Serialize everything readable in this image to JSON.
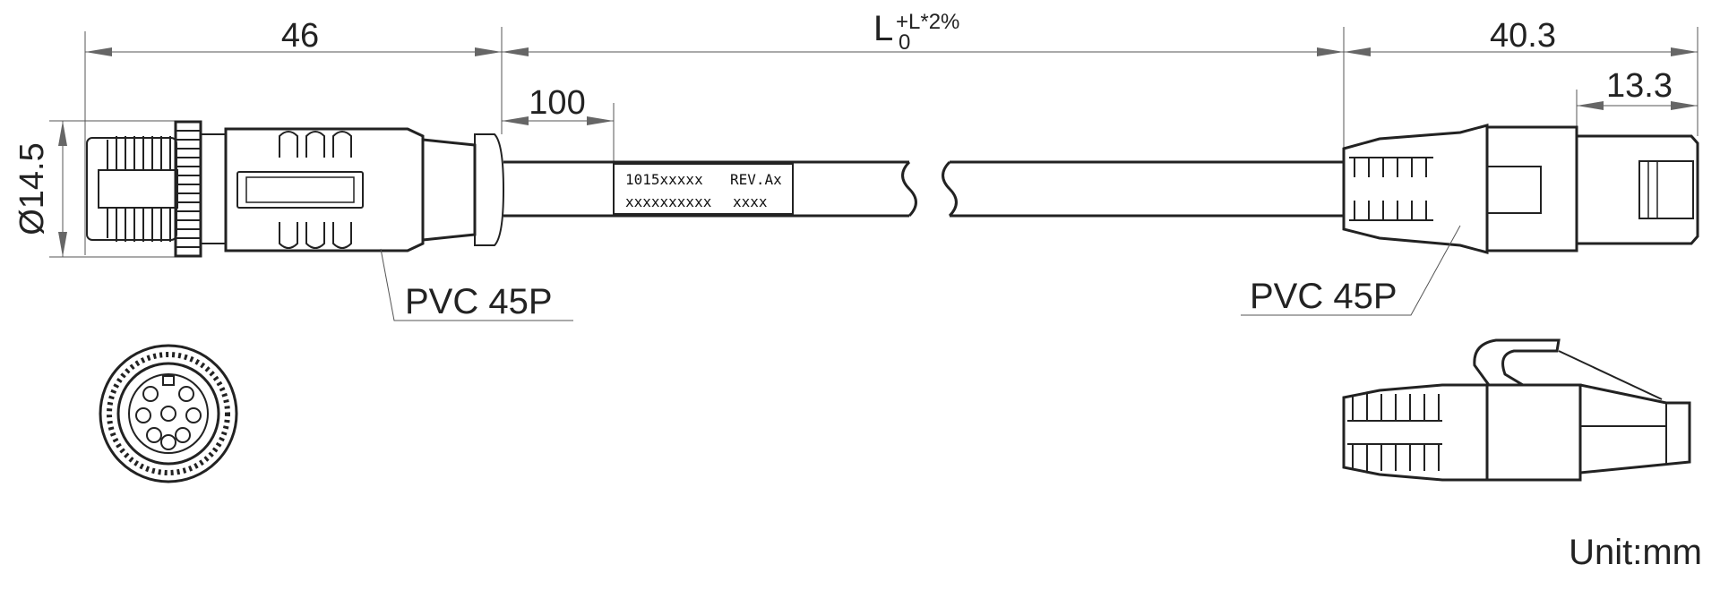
{
  "dimensions": {
    "m12_length": "46",
    "cable_length_base": "L",
    "cable_length_lower": "0",
    "cable_length_upper": "+L*2%",
    "rj45_length": "40.3",
    "rj45_head": "13.3",
    "label_offset": "100",
    "diameter": "Ø14.5"
  },
  "cable_label": {
    "line1_left": "1015xxxxx",
    "line1_right": "REV.Ax",
    "line2_left": "xxxxxxxxxx",
    "line2_right": "xxxx"
  },
  "material_left": "PVC 45P",
  "material_right": "PVC 45P",
  "unit": "Unit:mm",
  "colors": {
    "line": "#222222",
    "dimension": "#666666",
    "background": "#ffffff"
  }
}
